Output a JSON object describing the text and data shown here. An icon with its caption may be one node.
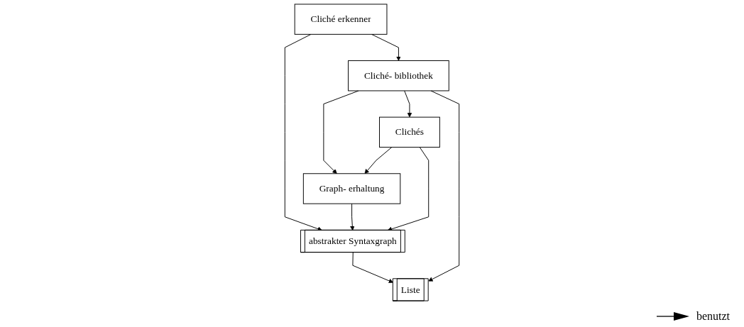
{
  "diagram": {
    "nodes": [
      {
        "text": [
          "Cliché erkenner"
        ]
      },
      {
        "text": [
          "abstrakter Syntaxgraph"
        ]
      },
      {
        "text": [
          "Liste"
        ]
      },
      {
        "text": [
          "Cliché- bibliothek"
        ]
      },
      {
        "text": [
          "Graph- erhaltung"
        ]
      },
      {
        "text": [
          "Clichés"
        ]
      }
    ],
    "edges": [
      {
        "from": 0,
        "to": 1,
        "arrow": "to"
      },
      {
        "from": 0,
        "to": 3,
        "arrow": "to"
      },
      {
        "from": 1,
        "to": 2,
        "arrow": "to"
      },
      {
        "from": 3,
        "to": 2,
        "arrow": "to"
      },
      {
        "from": 3,
        "to": 4,
        "arrow": "to"
      },
      {
        "from": 3,
        "to": 5,
        "arrow": "to"
      },
      {
        "from": 4,
        "to": 1,
        "arrow": "to"
      },
      {
        "from": 5,
        "to": 4,
        "arrow": "to"
      },
      {
        "from": 5,
        "to": 1,
        "arrow": "to"
      }
    ],
    "legend": [
      {
        "text": "benutzt"
      }
    ]
  }
}
